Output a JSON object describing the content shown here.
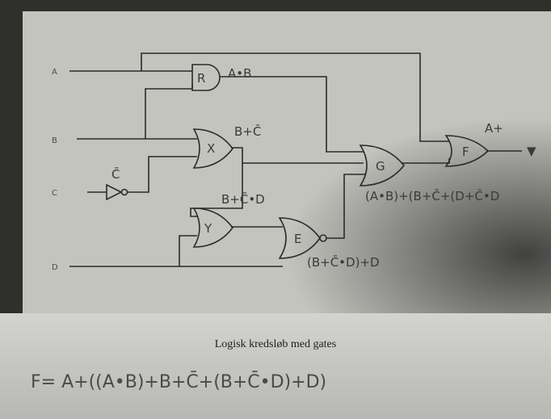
{
  "inputs": {
    "a": "A",
    "b": "B",
    "c": "C",
    "d": "D"
  },
  "gates": {
    "r": "R",
    "x": "X",
    "y": "Y",
    "e": "E",
    "g": "G",
    "f": "F"
  },
  "annotations": {
    "r_out": "A•B",
    "x_out": "B+C̄",
    "not_out": "C̄",
    "y_out": "B+C̄•D",
    "e_out": "(B+C̄•D)+D",
    "g_out": "(A•B)+(B+C̄+(D+C̄•D",
    "f_out": "A+",
    "output_mark": "▼"
  },
  "caption": "Logisk kredsløb med gates",
  "formula": "F= A+((A•B)+B+C̄+(B+C̄•D)+D)",
  "colors": {
    "paper": "#c6c6c1",
    "ink": "#2a2a2a",
    "pencil": "#4a4a4a",
    "background": "#2f302c"
  }
}
